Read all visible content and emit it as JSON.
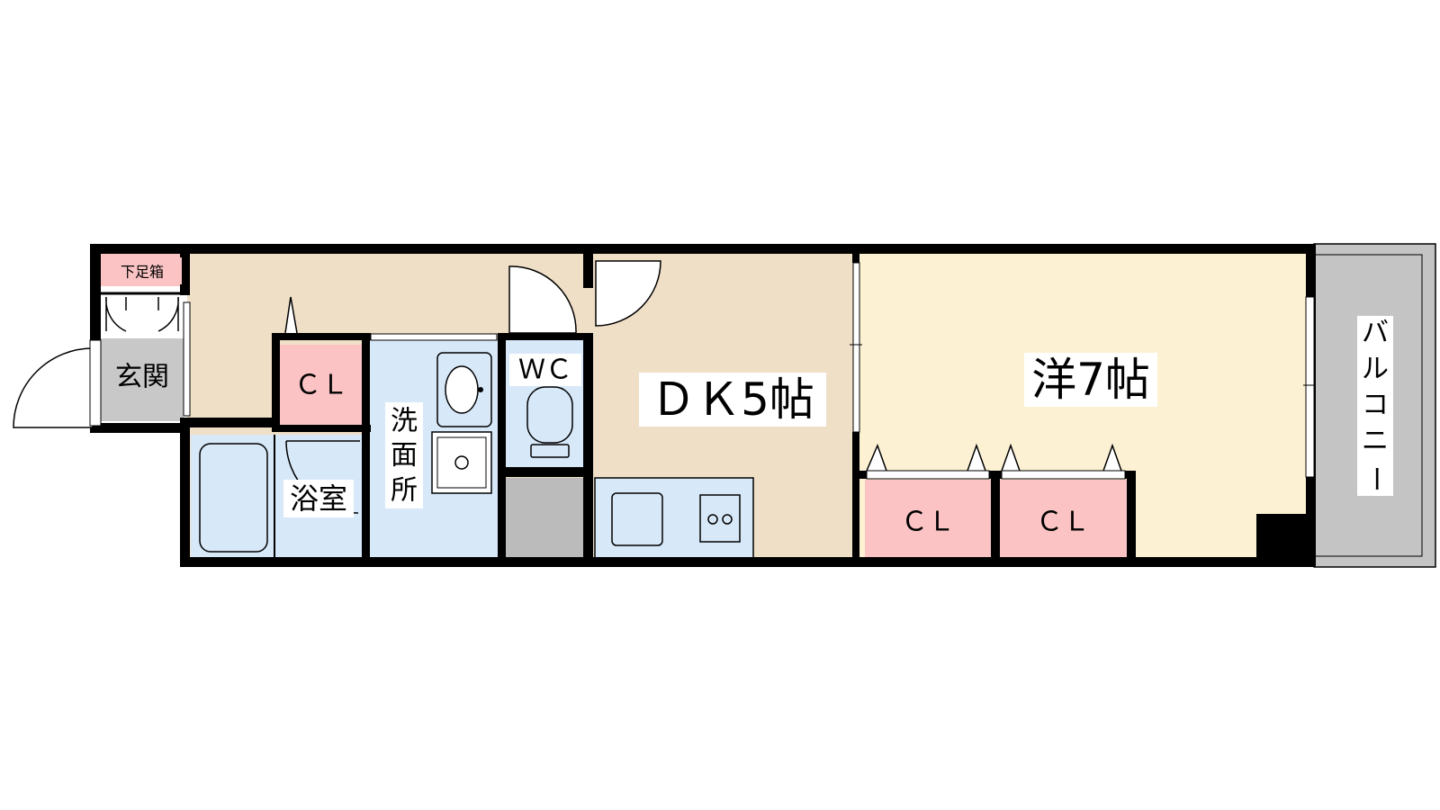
{
  "floor_plan": {
    "rooms": {
      "genkan": "玄関",
      "shoe_box": "下足箱",
      "closet_hall": "ＣＬ",
      "bathroom": "浴室",
      "washroom": [
        "洗",
        "面",
        "所"
      ],
      "wc": "ＷＣ",
      "dk": "ＤＫ5帖",
      "western_room": "洋7帖",
      "closet_west_1": "ＣＬ",
      "closet_west_2": "ＣＬ",
      "balcony": [
        "バ",
        "ル",
        "コ",
        "ニ",
        "ー"
      ]
    },
    "colors": {
      "wall": "#000000",
      "dk_floor": "#efdfc7",
      "western_floor": "#fdf1d4",
      "wet_area": "#d7e8f9",
      "closet": "#fbc3c3",
      "genkan_floor": "#c8c8c8",
      "balcony": "#c4c4c4",
      "storage": "#bbbbbb"
    }
  }
}
